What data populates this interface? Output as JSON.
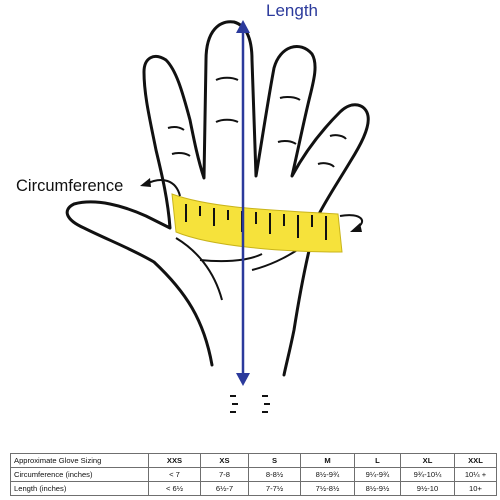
{
  "labels": {
    "length": "Length",
    "circumference": "Circumference"
  },
  "colors": {
    "length_arrow": "#2b3a9c",
    "tape": "#f6e23b",
    "outline": "#111111"
  },
  "size_table": {
    "header": {
      "label": "Approximate Glove Sizing",
      "sizes": [
        "XXS",
        "XS",
        "S",
        "M",
        "L",
        "XL",
        "XXL"
      ]
    },
    "rows": [
      {
        "label": "Circumference (inches)",
        "values": [
          "< 7",
          "7-8",
          "8-8½",
          "8½-9¾",
          "9¼-9¾",
          "9¾-10¼",
          "10¼ +"
        ]
      },
      {
        "label": "Length (inches)",
        "values": [
          "< 6½",
          "6½-7",
          "7-7½",
          "7½-8½",
          "8½-9½",
          "9½-10",
          "10+"
        ]
      }
    ]
  }
}
